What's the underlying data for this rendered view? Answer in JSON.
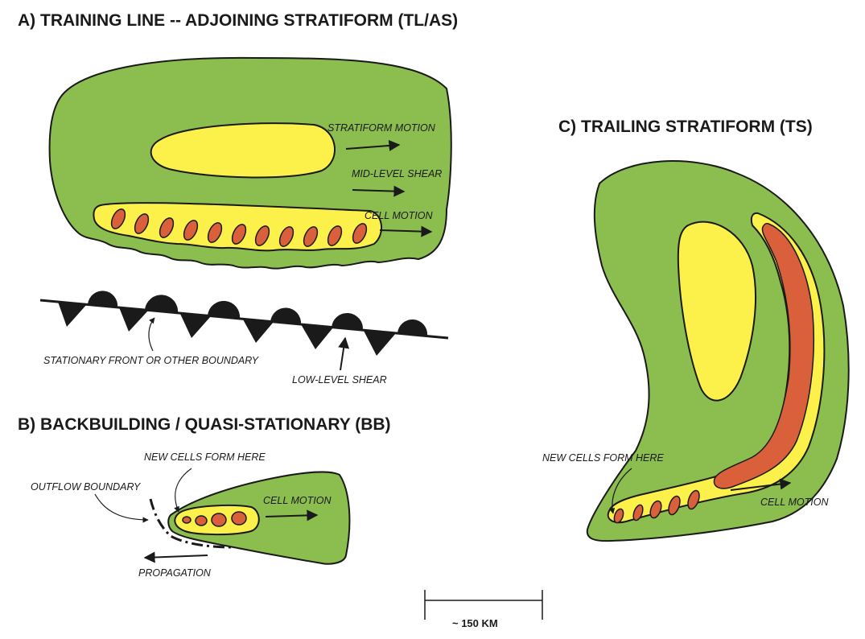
{
  "panels": {
    "a": {
      "title": "A) TRAINING LINE -- ADJOINING STRATIFORM (TL/AS)",
      "labels": {
        "stratiform_motion": "STRATIFORM MOTION",
        "mid_level_shear": "MID-LEVEL SHEAR",
        "cell_motion": "CELL MOTION",
        "front": "STATIONARY FRONT OR OTHER BOUNDARY",
        "low_level_shear": "LOW-LEVEL SHEAR"
      }
    },
    "b": {
      "title": "B) BACKBUILDING / QUASI-STATIONARY (BB)",
      "labels": {
        "new_cells": "NEW CELLS FORM HERE",
        "outflow": "OUTFLOW BOUNDARY",
        "cell_motion": "CELL MOTION",
        "propagation": "PROPAGATION"
      }
    },
    "c": {
      "title": "C)  TRAILING STRATIFORM  (TS)",
      "labels": {
        "new_cells": "NEW CELLS FORM HERE",
        "cell_motion": "CELL MOTION"
      }
    }
  },
  "scale_bar": {
    "label": "~ 150 KM"
  },
  "colors": {
    "stratiform": "#8bbd4f",
    "moderate": "#fcf14a",
    "convective": "#d9603a",
    "outline": "#1a1a1a"
  }
}
